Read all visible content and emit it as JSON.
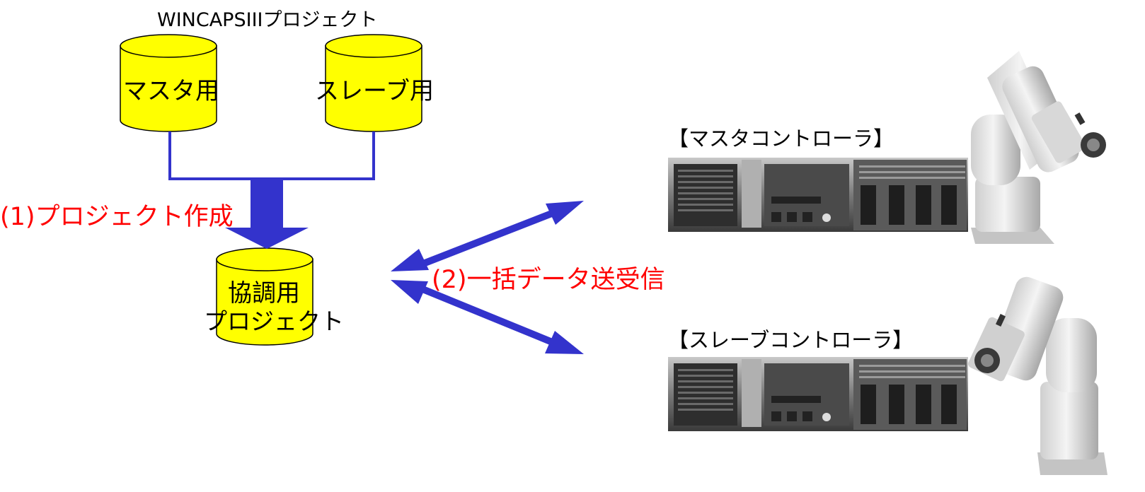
{
  "header": {
    "title": "WINCAPSIIIプロジェクト"
  },
  "databases": {
    "master": "マスタ用",
    "slave": "スレーブ用",
    "coop_line1": "協調用",
    "coop_line2": "プロジェクト"
  },
  "steps": {
    "step1": "(1)プロジェクト作成",
    "step2": "(2)一括データ送受信"
  },
  "controllers": {
    "master_label": "【マスタコントローラ】",
    "slave_label": "【スレーブコントローラ】"
  },
  "colors": {
    "cylinder_fill": "#ffff00",
    "connector": "#3333cc",
    "step_text": "#ff0000"
  }
}
